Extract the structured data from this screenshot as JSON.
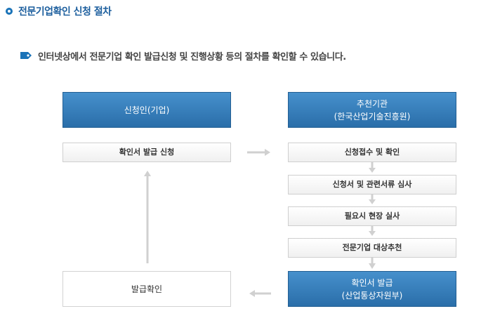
{
  "header": {
    "title": "전문기업확인 신청 절차"
  },
  "intro": {
    "text": "인터넷상에서 전문기업 확인 발급신청 및 진행상황 등의 절차를 확인할 수 있습니다."
  },
  "left_column": {
    "header": "신청인(기업)",
    "step_apply": "확인서 발급 신청",
    "step_confirm": "발급확인"
  },
  "right_column": {
    "header_line1": "추천기관",
    "header_line2": "(한국산업기술진흥원)",
    "steps": [
      "신청접수 및 확인",
      "신청서 및 관련서류 심사",
      "필요시 현장 실사",
      "전문기업 대상추천"
    ],
    "final_line1": "확인서 발급",
    "final_line2": "(산업통상자원부)"
  },
  "colors": {
    "title_blue": "#1d5f9e",
    "box_blue": "#2a6ea9",
    "arrow_gray": "#d0d0d0"
  }
}
